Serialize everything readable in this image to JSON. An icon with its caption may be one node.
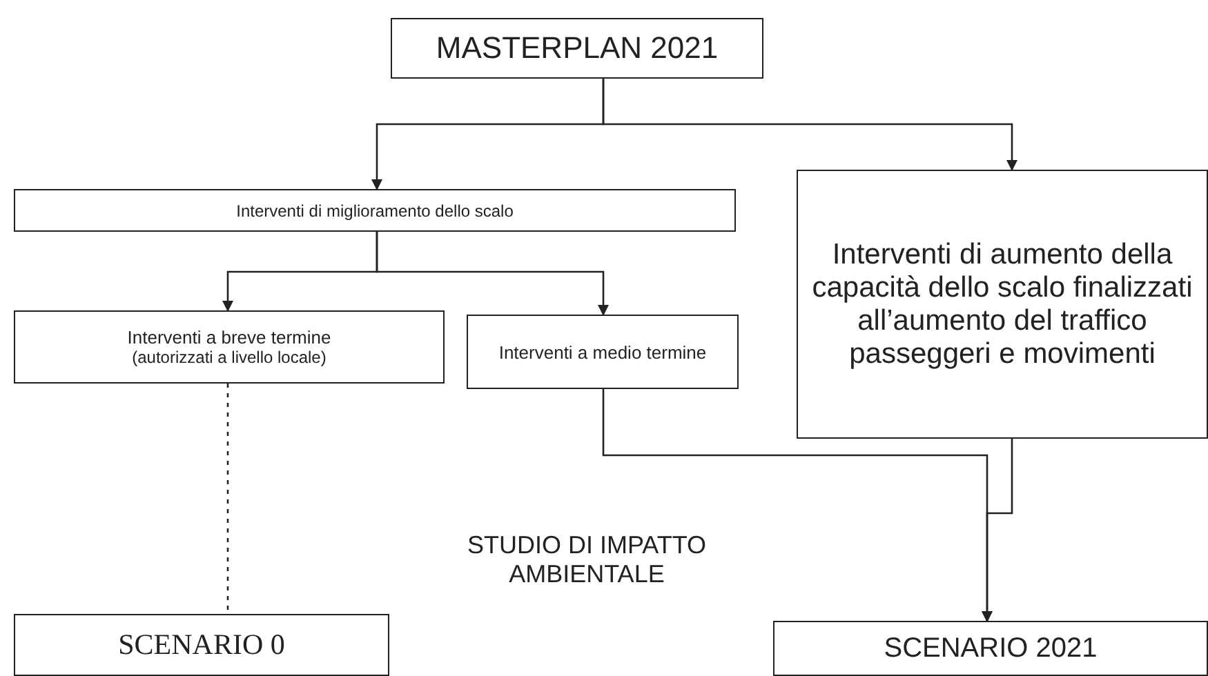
{
  "diagram": {
    "nodes": [
      {
        "text": [
          "MASTERPLAN 2021"
        ]
      },
      {
        "text": [
          "Interventi di miglioramento dello scalo"
        ]
      },
      {
        "text": [
          "Interventi di aumento della capacità dello scalo finalizzati all’aumento del traffico passeggeri e movimenti"
        ]
      },
      {
        "text": [
          "Interventi a breve termine",
          "(autorizzati a livello locale)"
        ]
      },
      {
        "text": [
          "Interventi a medio termine"
        ]
      },
      {
        "text": [
          "SCENARIO 0"
        ]
      },
      {
        "text": [
          "SCENARIO 2021"
        ]
      }
    ],
    "edges": [
      {
        "from": 0,
        "to": 1,
        "arrow": "to"
      },
      {
        "from": 0,
        "to": 2,
        "arrow": "to"
      },
      {
        "from": 1,
        "to": 3,
        "arrow": "to"
      },
      {
        "from": 1,
        "to": 4,
        "arrow": "to"
      },
      {
        "from": 3,
        "to": 5,
        "arrow": "none",
        "style": "dashed"
      },
      {
        "from": 4,
        "to": 6,
        "arrow": "to"
      },
      {
        "from": 2,
        "to": 6,
        "arrow": "to"
      }
    ],
    "labels": [
      "STUDIO DI IMPATTO AMBIENTALE"
    ]
  }
}
